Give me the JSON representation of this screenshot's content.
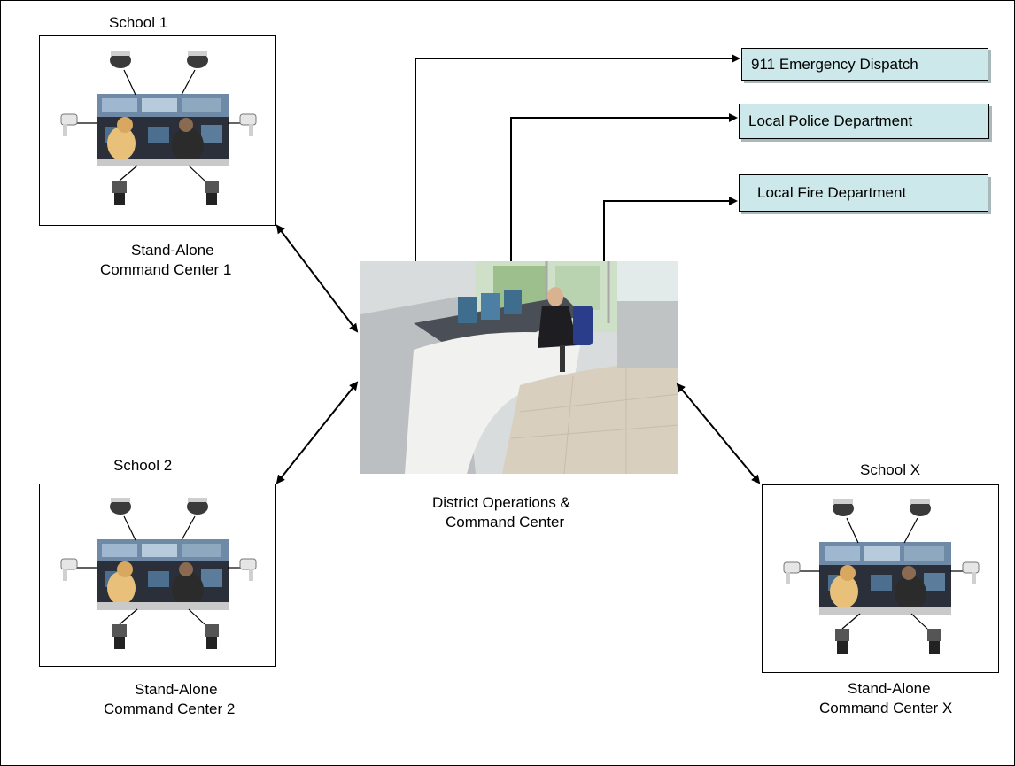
{
  "schools": [
    {
      "title": "School 1",
      "caption_line1": "Stand-Alone",
      "caption_line2": "Command Center 1"
    },
    {
      "title": "School 2",
      "caption_line1": "Stand-Alone",
      "caption_line2": "Command Center 2"
    },
    {
      "title": "School X",
      "caption_line1": "Stand-Alone",
      "caption_line2": "Command Center X"
    }
  ],
  "center": {
    "line1": "District Operations &",
    "line2": "Command Center"
  },
  "destinations": [
    {
      "label": "911 Emergency Dispatch"
    },
    {
      "label": "Local Police Department"
    },
    {
      "label": "Local Fire Department"
    }
  ],
  "colors": {
    "destination_fill": "#cce8ea",
    "line": "#000000"
  }
}
